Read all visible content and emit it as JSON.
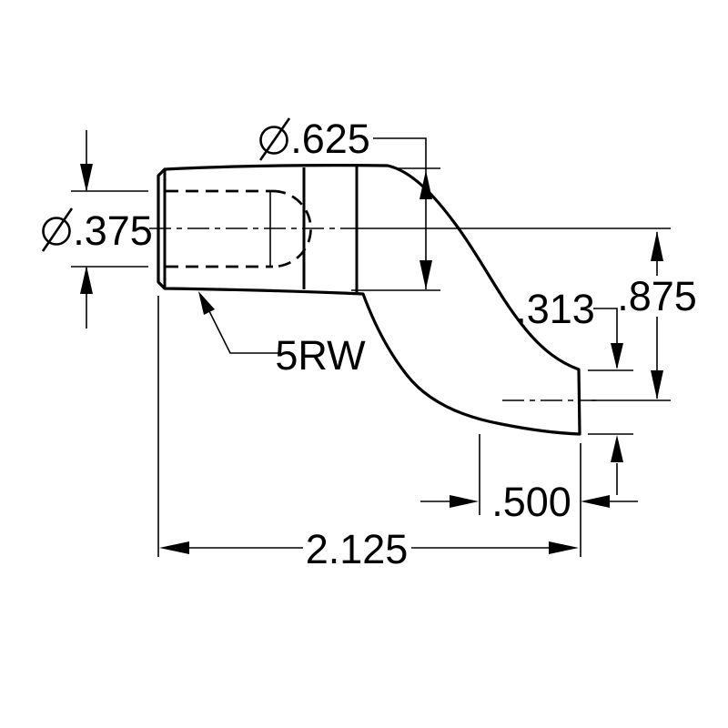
{
  "drawing": {
    "background_color": "#ffffff",
    "line_color": "#000000",
    "icons": {
      "diameter_symbol": "⌀"
    },
    "dimensions": {
      "hole_diameter": ".375",
      "outer_diameter": ".625",
      "tip_thickness": ".313",
      "offset_height": ".875",
      "tip_length": ".500",
      "overall_length": "2.125"
    },
    "note_label": "5RW"
  }
}
